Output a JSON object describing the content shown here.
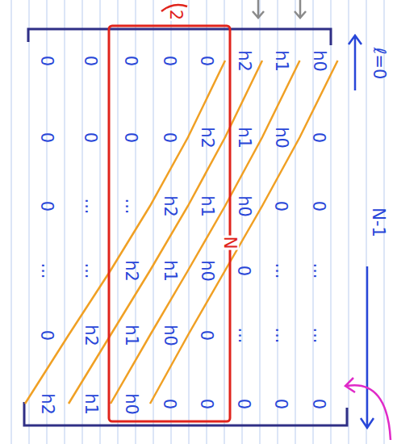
{
  "diagram": {
    "labels": [
      "h0",
      "h1",
      "h2",
      "0",
      "0",
      "0",
      "0",
      "0",
      "0",
      "h0",
      "h1",
      "h2",
      "0",
      "0",
      "0",
      "0",
      "0",
      "0",
      "h0",
      "h1",
      "h2",
      "...",
      "...",
      "0",
      "...",
      "...",
      "0",
      "h0",
      "h1",
      "h2",
      "...",
      "...",
      "...",
      "...",
      "...",
      "0",
      "h0",
      "h1",
      "h2",
      "0",
      "0",
      "0",
      "0",
      "0",
      "0",
      "h0",
      "h1",
      "h2",
      "ℓ=0",
      "N-1",
      "2",
      "N"
    ]
  }
}
